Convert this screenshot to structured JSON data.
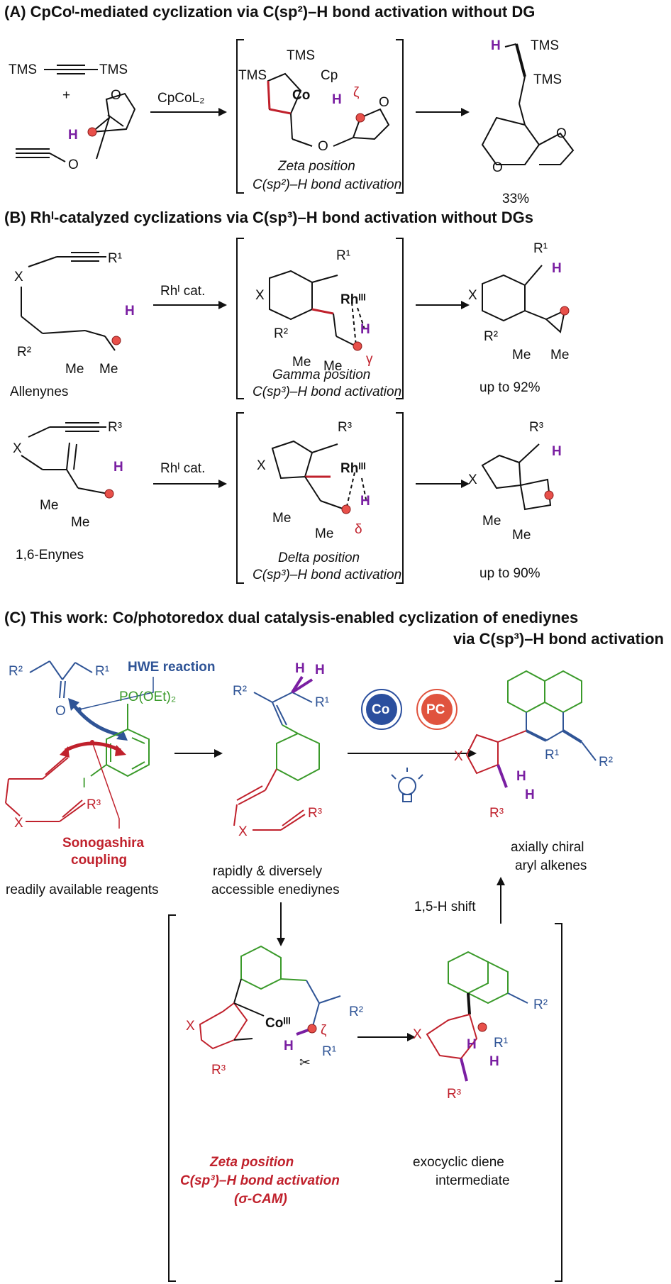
{
  "colors": {
    "purple": "#7a1fa2",
    "red": "#c0212c",
    "blue": "#2f5496",
    "green": "#3a9a2a",
    "co_circle": "#2b4f9e",
    "pc_circle": "#e0533e",
    "bond_red": "#c0212c"
  },
  "sectionA": {
    "title": "(A) CpCoᴵ-mediated cyclization via C(sp²)–H bond activation without DG",
    "tms": "TMS",
    "plus": "+",
    "h": "H",
    "o": "O",
    "reagent": "CpCoL₂",
    "co": "Co",
    "cp": "Cp",
    "zeta_symbol": "ζ",
    "caption_line1": "Zeta position",
    "caption_line2": "C(sp²)–H bond activation",
    "yield": "33%"
  },
  "sectionB": {
    "title": "(B) Rhᴵ-catalyzed cyclizations via C(sp³)–H bond activation without DGs",
    "x": "X",
    "r1": "R¹",
    "r2": "R²",
    "r3": "R³",
    "h": "H",
    "me": "Me",
    "reagent": "Rhᴵ cat.",
    "rh": "Rhᴵᴵᴵ",
    "gamma": "γ",
    "delta": "δ",
    "label_allenynes": "Allenynes",
    "label_enynes": "1,6-Enynes",
    "caption1_line1": "Gamma position",
    "caption1_line2": "C(sp³)–H bond activation",
    "caption2_line1": "Delta position",
    "caption2_line2": "C(sp³)–H bond activation",
    "yield1": "up to 92%",
    "yield2": "up to 90%"
  },
  "sectionC": {
    "title_line1": "(C) This work: Co/photoredox dual catalysis-enabled cyclization of enediynes",
    "title_line2": "via C(sp³)–H bond activation",
    "hwe": "HWE reaction",
    "sonogashira_line1": "Sonogashira",
    "sonogashira_line2": "coupling",
    "po": "PO(OEt)₂",
    "i": "I",
    "o": "O",
    "x": "X",
    "r1": "R¹",
    "r2": "R²",
    "r3": "R³",
    "h": "H",
    "co": "Co",
    "pc": "PC",
    "co3": "Coᴵᴵᴵ",
    "zeta_symbol": "ζ",
    "label_reagents": "readily available reagents",
    "label_enediynes_line1": "rapidly & diversely",
    "label_enediynes_line2": "accessible enediynes",
    "label_product_line1": "axially chiral",
    "label_product_line2": "aryl alkenes",
    "shift": "1,5-H shift",
    "zeta_line1": "Zeta position",
    "zeta_line2": "C(sp³)–H bond activation",
    "zeta_line3": "(σ-CAM)",
    "diene_line1": "exocyclic diene",
    "diene_line2": "intermediate"
  }
}
